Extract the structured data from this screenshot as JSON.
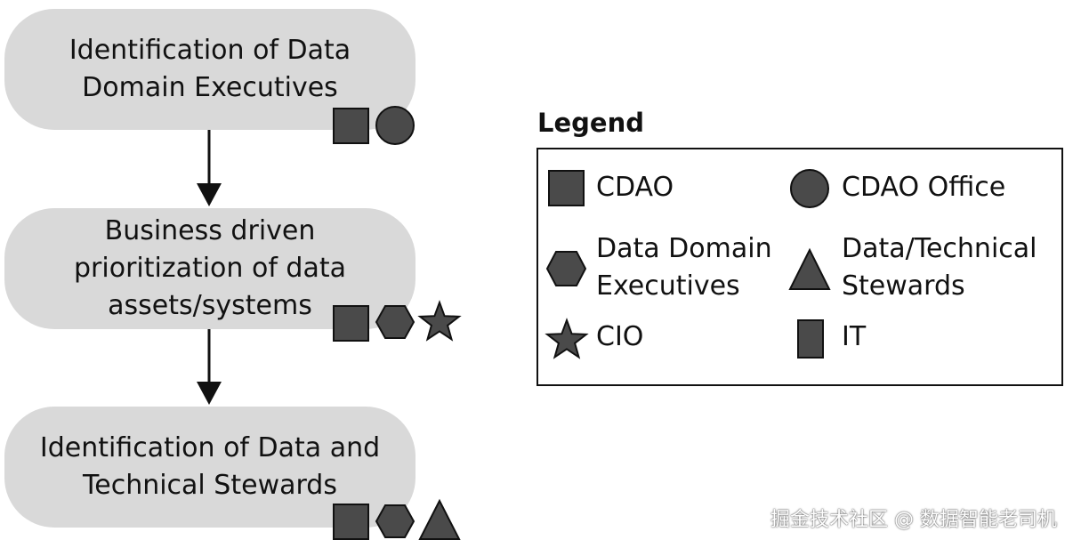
{
  "steps": [
    {
      "label": "Identification of Data\nDomain Executives",
      "roles": [
        "CDAO",
        "CDAO Office"
      ]
    },
    {
      "label": "Business driven\nprioritization of data\nassets/systems",
      "roles": [
        "CDAO",
        "Data Domain Executives",
        "CIO"
      ]
    },
    {
      "label": "Identification of Data and\nTechnical Stewards",
      "roles": [
        "CDAO",
        "Data Domain Executives",
        "Data/Technical Stewards"
      ]
    }
  ],
  "legend": {
    "title": "Legend",
    "items": [
      {
        "shape": "square-icon",
        "label": "CDAO"
      },
      {
        "shape": "circle-icon",
        "label": "CDAO Office"
      },
      {
        "shape": "hexagon-icon",
        "label": "Data Domain\nExecutives"
      },
      {
        "shape": "triangle-icon",
        "label": "Data/Technical\nStewards"
      },
      {
        "shape": "star-icon",
        "label": "CIO"
      },
      {
        "shape": "rectangle-icon",
        "label": "IT"
      }
    ]
  },
  "colors": {
    "step_fill": "#d9d9d9",
    "shape_fill": "#4a4a4a",
    "stroke": "#111111"
  },
  "watermark": "掘金技术社区 @ 数据智能老司机"
}
